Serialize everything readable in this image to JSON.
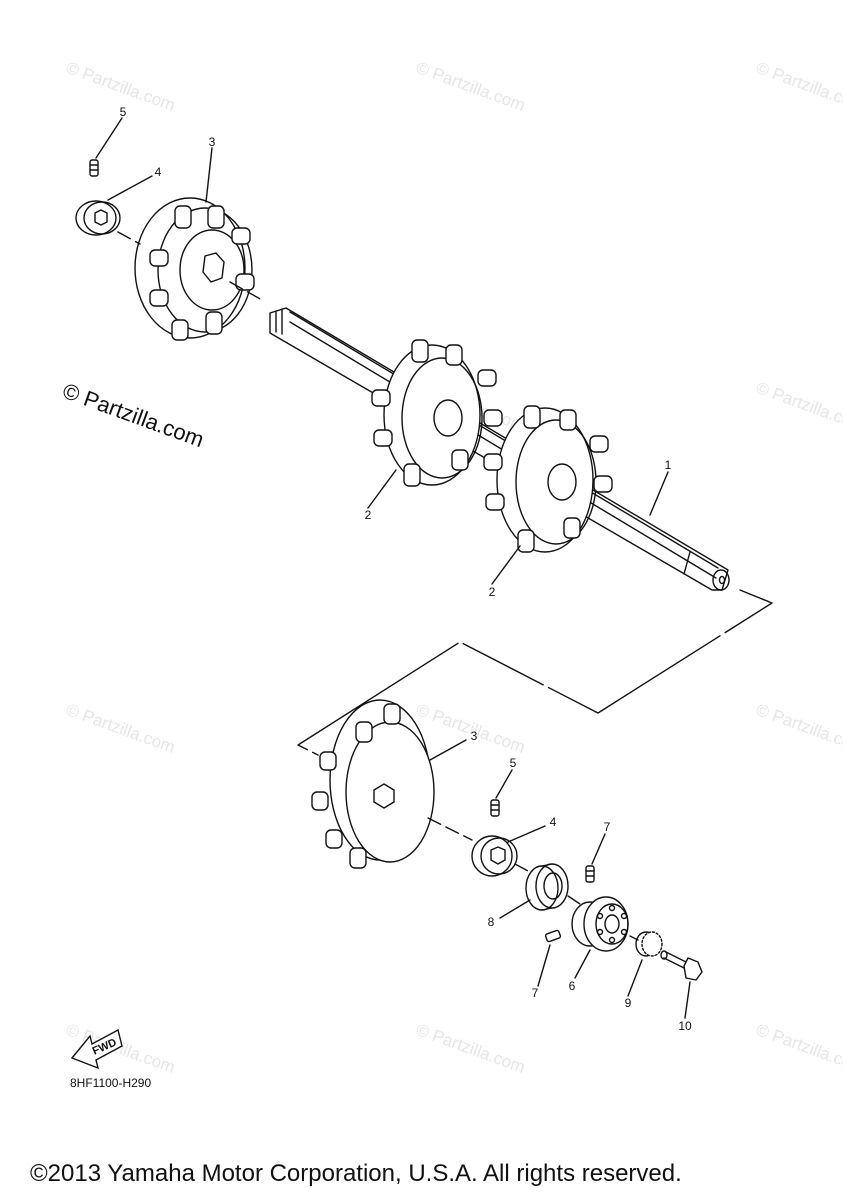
{
  "watermark": {
    "text": "© Partzilla.com",
    "prominent_text": "© Partzilla.com"
  },
  "callouts": {
    "c1": "1",
    "c2a": "2",
    "c2b": "2",
    "c3a": "3",
    "c3b": "3",
    "c4a": "4",
    "c4b": "4",
    "c5a": "5",
    "c5b": "5",
    "c6": "6",
    "c7a": "7",
    "c7b": "7",
    "c8": "8",
    "c9": "9",
    "c10": "10"
  },
  "fwd_badge": "FWD",
  "diagram_code": "8HF1100-H290",
  "copyright": "©2013 Yamaha Motor Corporation, U.S.A. All rights reserved.",
  "colors": {
    "line": "#111111",
    "watermark": "#e6e6e6",
    "background": "#ffffff"
  },
  "icons": [
    "fwd-arrow-icon"
  ]
}
